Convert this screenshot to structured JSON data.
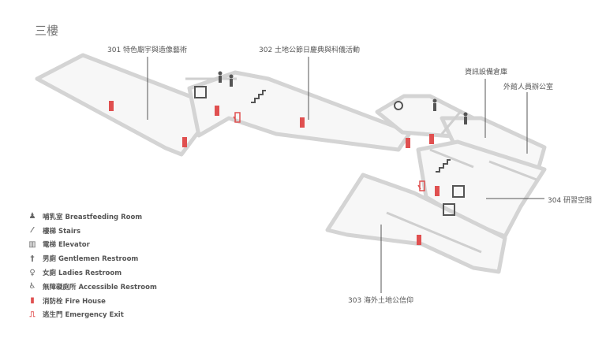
{
  "floor_title": "三樓",
  "rooms": {
    "r301": "301 特色廟宇與造像藝術",
    "r302": "302 土地公節日慶典與科儀活動",
    "storage": "資訊設備倉庫",
    "office": "外館人員辦公室",
    "r304": "304 研習空間",
    "r303": "303 海外土地公信仰"
  },
  "legend": [
    {
      "icon": "breastfeeding-icon",
      "label": "哺乳室 Breastfeeding Room"
    },
    {
      "icon": "stairs-icon",
      "label": "樓梯 Stairs"
    },
    {
      "icon": "elevator-icon",
      "label": "電梯 Elevator"
    },
    {
      "icon": "gentlemen-restroom-icon",
      "label": "男廁 Gentlemen Restroom"
    },
    {
      "icon": "ladies-restroom-icon",
      "label": "女廁 Ladies Restroom"
    },
    {
      "icon": "accessible-restroom-icon",
      "label": "無障礙廁所  Accessible Restroom"
    },
    {
      "icon": "fire-hose-icon",
      "label": "消防栓 Fire House"
    },
    {
      "icon": "emergency-exit-icon",
      "label": "逃生門 Emergency Exit"
    }
  ],
  "colors": {
    "wall": "#e4e4e4",
    "wall_edge": "#cfcfcf",
    "fire": "#e05050",
    "icon": "#555555"
  }
}
